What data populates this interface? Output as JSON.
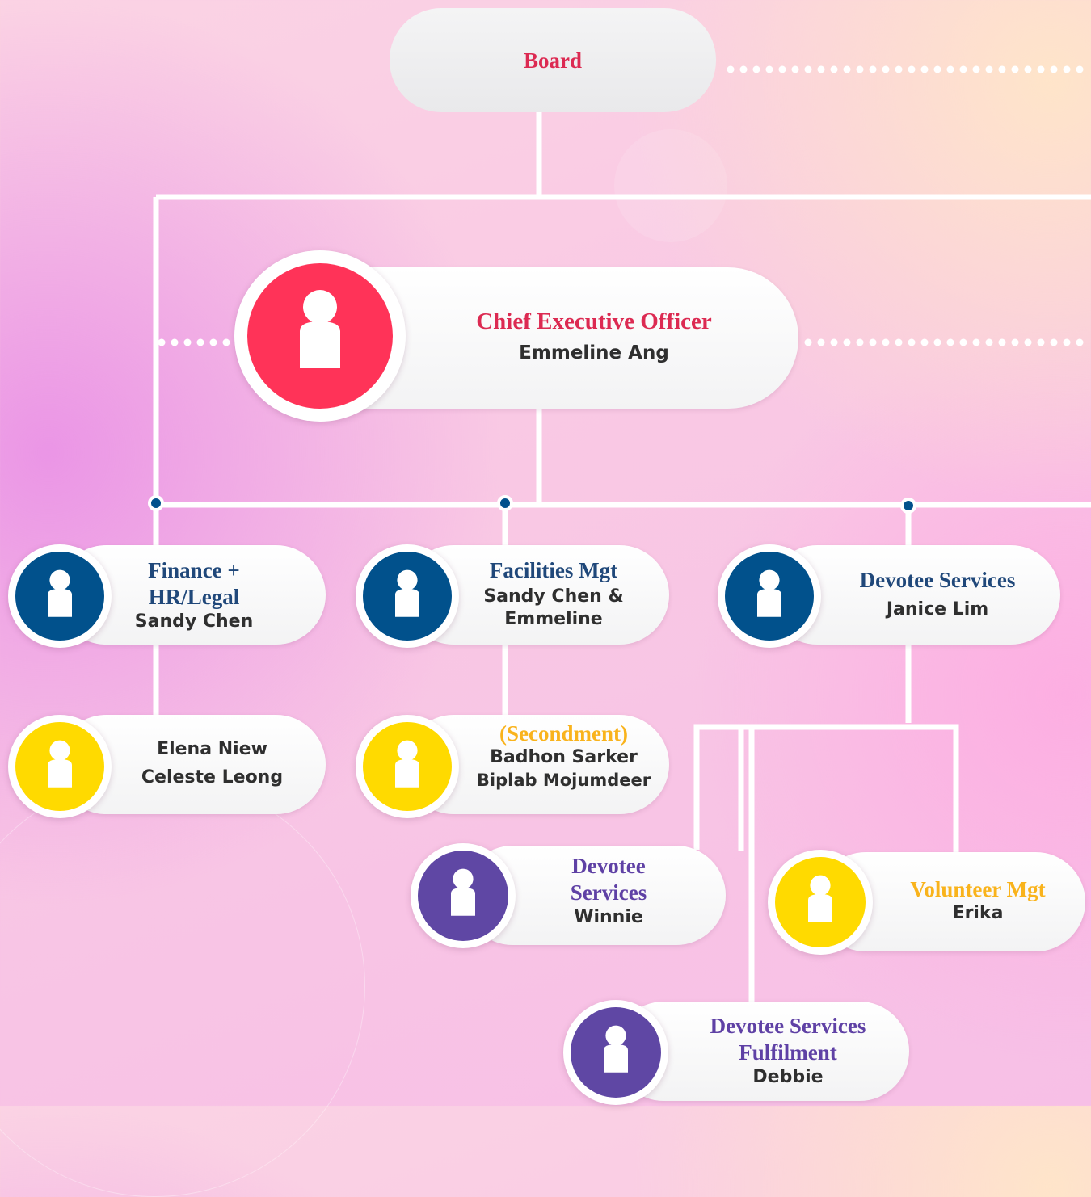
{
  "chart": {
    "board": {
      "title": "Board"
    },
    "ceo": {
      "title": "Chief Executive Officer",
      "name": "Emmeline Ang"
    },
    "finance": {
      "title_line1": "Finance +",
      "title_line2": "HR/Legal",
      "name": "Sandy Chen"
    },
    "finance_staff": {
      "name_line1": "Elena Niew",
      "name_line2": "Celeste Leong"
    },
    "facilities": {
      "title": "Facilities Mgt",
      "name_line1": "Sandy Chen &",
      "name_line2": "Emmeline"
    },
    "facilities_staff": {
      "title": "(Secondment)",
      "name_line1": "Badhon Sarker",
      "name_line2": "Biplab Mojumdeer"
    },
    "devotee_services": {
      "title": "Devotee Services",
      "name": "Janice Lim"
    },
    "devotee_services_winnie": {
      "title_line1": "Devotee",
      "title_line2": "Services",
      "name": "Winnie"
    },
    "volunteer": {
      "title": "Volunteer Mgt",
      "name": "Erika"
    },
    "fulfilment": {
      "title_line1": "Devotee Services",
      "title_line2": "Fulfilment",
      "name": "Debbie"
    }
  },
  "colors": {
    "red": "#ff3358",
    "blue": "#01518c",
    "yellow": "#ffda00",
    "purple": "#5f47a4",
    "connector": "#ffffff",
    "junction_dot": "#01518c"
  },
  "icons": {
    "person": "person-icon"
  }
}
